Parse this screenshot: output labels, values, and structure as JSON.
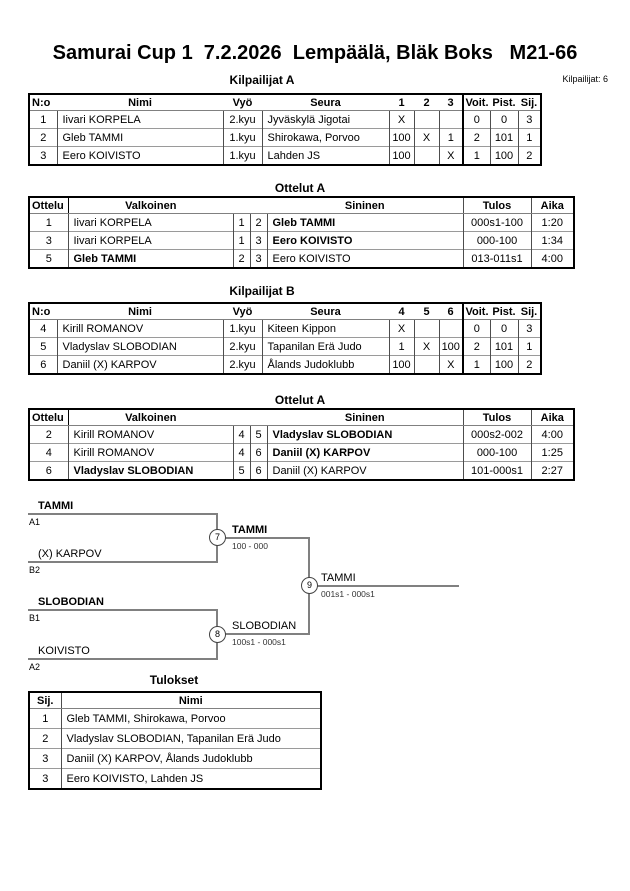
{
  "header": {
    "title": "Samurai Cup 1  7.2.2026  Lempäälä, Bläk Boks   M21-66",
    "participants": "Kilpailijat: 6"
  },
  "pool_a": {
    "title": "Kilpailijat A",
    "headers": {
      "no": "N:o",
      "name": "Nimi",
      "belt": "Vyö",
      "club": "Seura",
      "m1": "1",
      "m2": "2",
      "m3": "3",
      "wins": "Voit.",
      "points": "Pist.",
      "place": "Sij."
    },
    "rows": [
      {
        "no": "1",
        "name": "Iivari KORPELA",
        "belt": "2.kyu",
        "club": "Jyväskylä Jigotai",
        "m1": "X",
        "m2": "",
        "m3": "",
        "wins": "0",
        "points": "0",
        "place": "3"
      },
      {
        "no": "2",
        "name": "Gleb TAMMI",
        "belt": "1.kyu",
        "club": "Shirokawa, Porvoo",
        "m1": "100",
        "m2": "X",
        "m3": "1",
        "wins": "2",
        "points": "101",
        "place": "1"
      },
      {
        "no": "3",
        "name": "Eero KOIVISTO",
        "belt": "1.kyu",
        "club": "Lahden JS",
        "m1": "100",
        "m2": "",
        "m3": "X",
        "wins": "1",
        "points": "100",
        "place": "2"
      }
    ]
  },
  "matches_a": {
    "title": "Ottelut A",
    "headers": {
      "match": "Ottelu",
      "white": "Valkoinen",
      "blue": "Sininen",
      "result": "Tulos",
      "time": "Aika"
    },
    "rows": [
      {
        "match": "1",
        "white": "Iivari KORPELA",
        "wno": "1",
        "bno": "2",
        "blue": "Gleb TAMMI",
        "result": "000s1-100",
        "time": "1:20"
      },
      {
        "match": "3",
        "white": "Iivari KORPELA",
        "wno": "1",
        "bno": "3",
        "blue": "Eero KOIVISTO",
        "result": "000-100",
        "time": "1:34"
      },
      {
        "match": "5",
        "white": "Gleb TAMMI",
        "wno": "2",
        "bno": "3",
        "blue": "Eero KOIVISTO",
        "result": "013-011s1",
        "time": "4:00"
      }
    ]
  },
  "pool_b": {
    "title": "Kilpailijat B",
    "headers": {
      "no": "N:o",
      "name": "Nimi",
      "belt": "Vyö",
      "club": "Seura",
      "m1": "4",
      "m2": "5",
      "m3": "6",
      "wins": "Voit.",
      "points": "Pist.",
      "place": "Sij."
    },
    "rows": [
      {
        "no": "4",
        "name": "Kirill ROMANOV",
        "belt": "1.kyu",
        "club": "Kiteen Kippon",
        "m1": "X",
        "m2": "",
        "m3": "",
        "wins": "0",
        "points": "0",
        "place": "3"
      },
      {
        "no": "5",
        "name": "Vladyslav SLOBODIAN",
        "belt": "2.kyu",
        "club": "Tapanilan Erä Judo",
        "m1": "1",
        "m2": "X",
        "m3": "100",
        "wins": "2",
        "points": "101",
        "place": "1"
      },
      {
        "no": "6",
        "name": "Daniil (X) KARPOV",
        "belt": "2.kyu",
        "club": "Ålands Judoklubb",
        "m1": "100",
        "m2": "",
        "m3": "X",
        "wins": "1",
        "points": "100",
        "place": "2"
      }
    ]
  },
  "matches_b": {
    "title": "Ottelut A",
    "headers": {
      "match": "Ottelu",
      "white": "Valkoinen",
      "blue": "Sininen",
      "result": "Tulos",
      "time": "Aika"
    },
    "rows": [
      {
        "match": "2",
        "white": "Kirill ROMANOV",
        "wno": "4",
        "bno": "5",
        "blue": "Vladyslav SLOBODIAN",
        "result": "000s2-002",
        "time": "4:00"
      },
      {
        "match": "4",
        "white": "Kirill ROMANOV",
        "wno": "4",
        "bno": "6",
        "blue": "Daniil (X) KARPOV",
        "result": "000-100",
        "time": "1:25"
      },
      {
        "match": "6",
        "white": "Vladyslav SLOBODIAN",
        "wno": "5",
        "bno": "6",
        "blue": "Daniil (X) KARPOV",
        "result": "101-000s1",
        "time": "2:27"
      }
    ]
  },
  "bracket": {
    "seeds": [
      {
        "name": "TAMMI",
        "seed": "A1"
      },
      {
        "name": "(X) KARPOV",
        "seed": "B2"
      },
      {
        "name": "SLOBODIAN",
        "seed": "B1"
      },
      {
        "name": "KOIVISTO",
        "seed": "A2"
      }
    ],
    "matches": [
      {
        "number": "7",
        "winner": "TAMMI",
        "score": "100 - 000"
      },
      {
        "number": "8",
        "winner": "SLOBODIAN",
        "score": "100s1 - 000s1"
      },
      {
        "number": "9",
        "winner": "TAMMI",
        "score": "001s1 - 000s1"
      }
    ]
  },
  "results": {
    "title": "Tulokset",
    "headers": {
      "place": "Sij.",
      "name": "Nimi"
    },
    "rows": [
      {
        "place": "1",
        "name": "Gleb TAMMI, Shirokawa, Porvoo"
      },
      {
        "place": "2",
        "name": "Vladyslav SLOBODIAN, Tapanilan Erä Judo"
      },
      {
        "place": "3",
        "name": "Daniil (X) KARPOV, Ålands Judoklubb"
      },
      {
        "place": "3",
        "name": "Eero KOIVISTO, Lahden JS"
      }
    ]
  }
}
